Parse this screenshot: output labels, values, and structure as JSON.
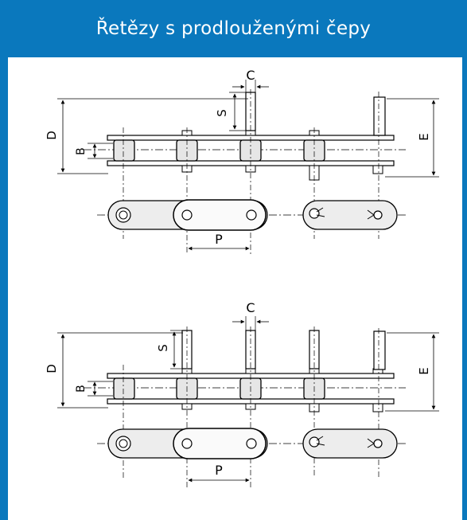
{
  "header": {
    "title": "Řetězy s prodlouženými čepy"
  },
  "dimension_labels": {
    "D": "D",
    "B": "B",
    "S": "S",
    "C": "C",
    "E": "E",
    "P": "P"
  },
  "colors": {
    "header": "#0a78bd",
    "roller_fill": "#e6e6e6",
    "link_fill": "#ededed"
  }
}
